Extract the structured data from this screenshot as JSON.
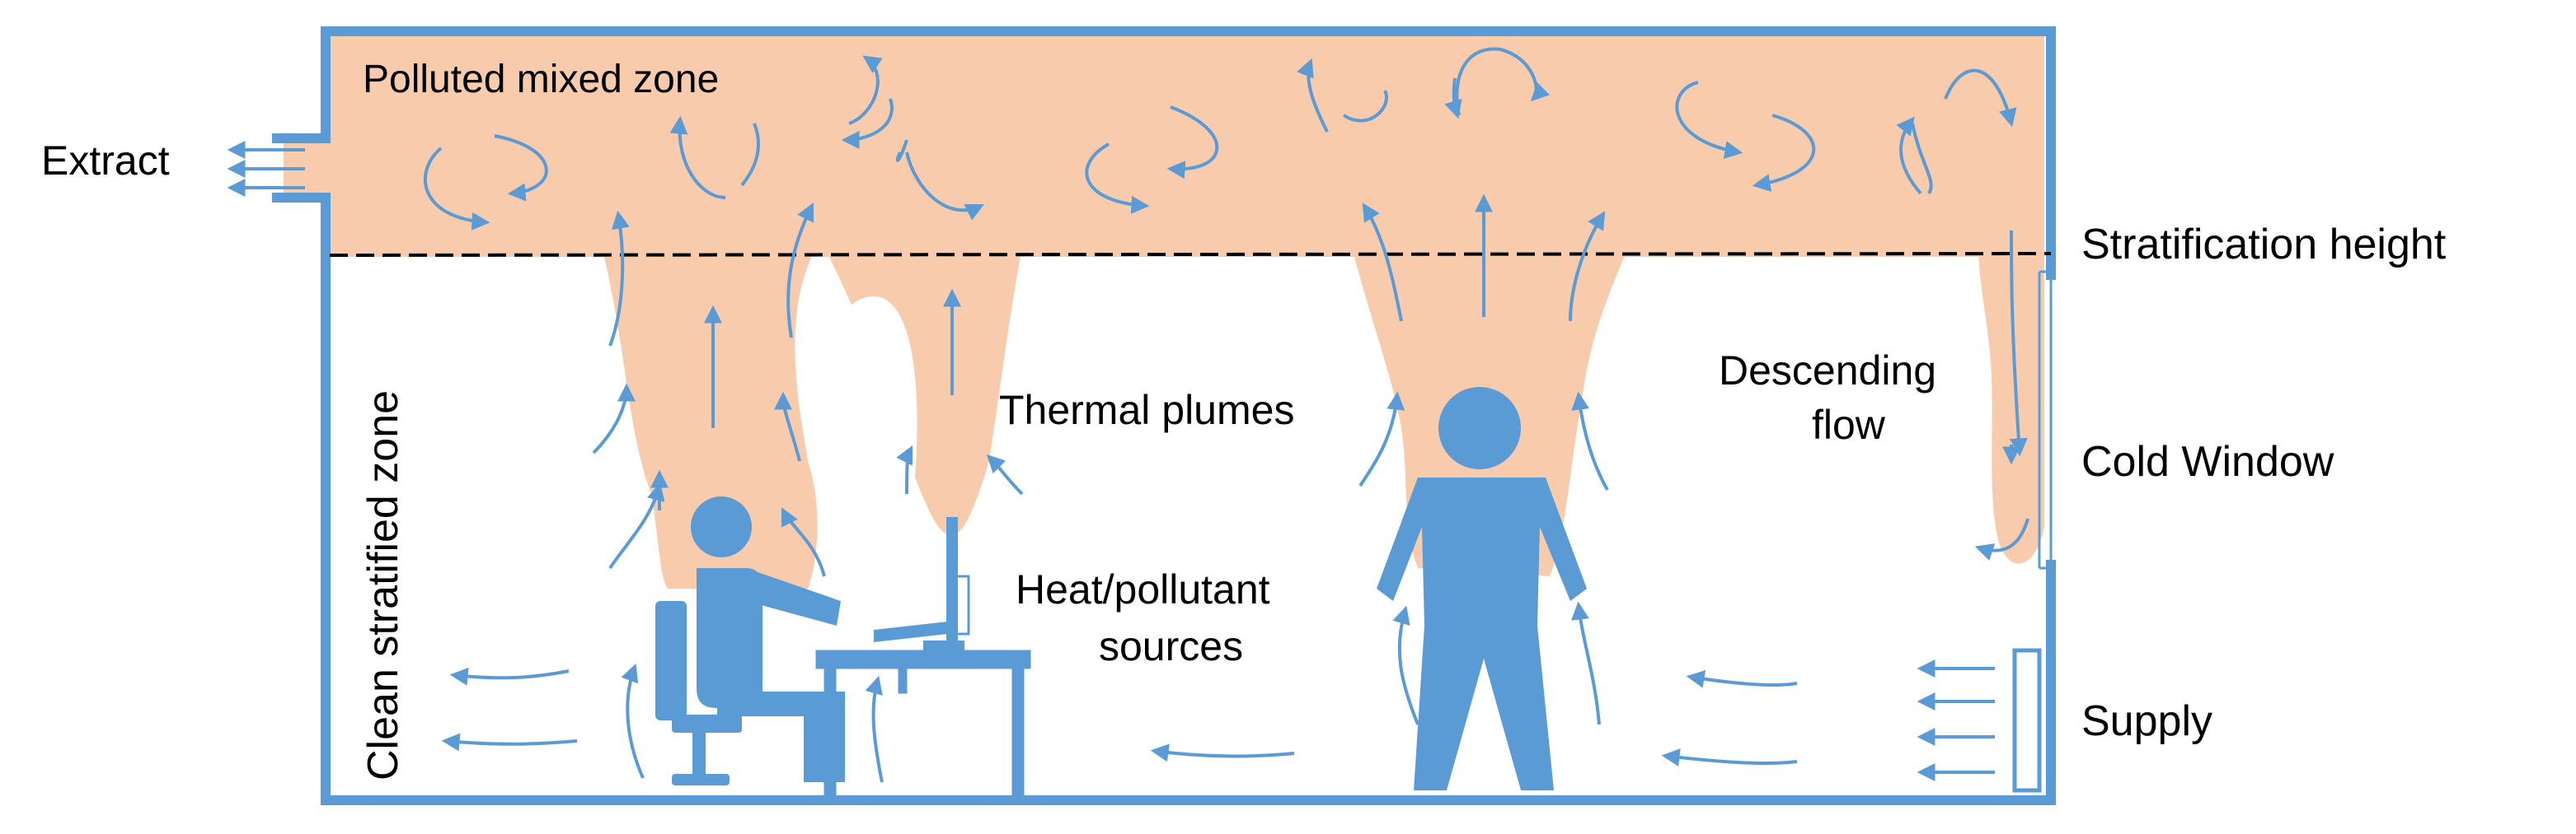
{
  "labels": {
    "polluted_zone": "Polluted  mixed zone",
    "extract": "Extract",
    "stratification_height": "Stratification height",
    "clean_zone": "Clean stratified zone",
    "thermal_plumes": "Thermal plumes",
    "descending_flow_line1": "Descending",
    "descending_flow_line2": "flow",
    "cold_window": "Cold Window",
    "heat_sources_line1": "Heat/pollutant",
    "heat_sources_line2": "sources",
    "supply": "Supply"
  },
  "colors": {
    "wall": "#5b9bd5",
    "arrow": "#5b9bd5",
    "polluted_fill": "#f8cbad",
    "person": "#5b9bd5",
    "stratification_line": "#000000",
    "text": "#000000"
  },
  "icons": {
    "seated_person": "seated-person-icon",
    "standing_person": "standing-person-icon",
    "desk": "desk-icon",
    "chair": "chair-icon",
    "monitor": "monitor-icon"
  }
}
